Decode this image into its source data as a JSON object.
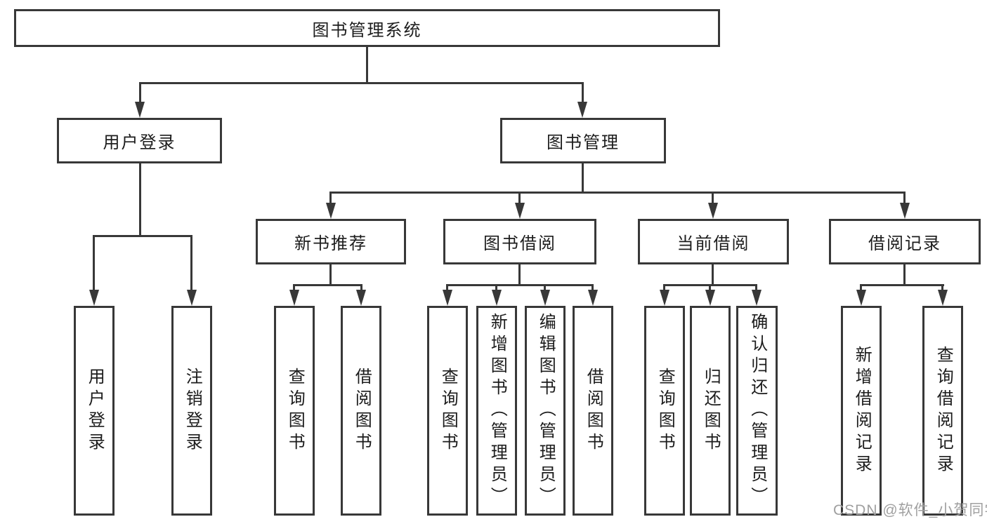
{
  "diagram": {
    "root": {
      "label": "图书管理系统"
    },
    "branches": [
      {
        "label": "用户登录",
        "children": [
          {
            "label": "用户登录"
          },
          {
            "label": "注销登录"
          }
        ]
      },
      {
        "label": "图书管理",
        "groups": [
          {
            "label": "新书推荐",
            "children": [
              {
                "label": "查询图书"
              },
              {
                "label": "借阅图书"
              }
            ]
          },
          {
            "label": "图书借阅",
            "children": [
              {
                "label": "查询图书"
              },
              {
                "label": "新增图书（管理员）"
              },
              {
                "label": "编辑图书（管理员）"
              },
              {
                "label": "借阅图书"
              }
            ]
          },
          {
            "label": "当前借阅",
            "children": [
              {
                "label": "查询图书"
              },
              {
                "label": "归还图书"
              },
              {
                "label": "确认归还（管理员）"
              }
            ]
          },
          {
            "label": "借阅记录",
            "children": [
              {
                "label": "新增借阅记录"
              },
              {
                "label": "查询借阅记录"
              }
            ]
          }
        ]
      }
    ]
  },
  "watermark": {
    "text": "CSDN @软件_小贺同学"
  },
  "colors": {
    "border": "#383838",
    "text": "#1c1c1c",
    "background": "#ffffff",
    "watermark": "#a0a0a0"
  }
}
